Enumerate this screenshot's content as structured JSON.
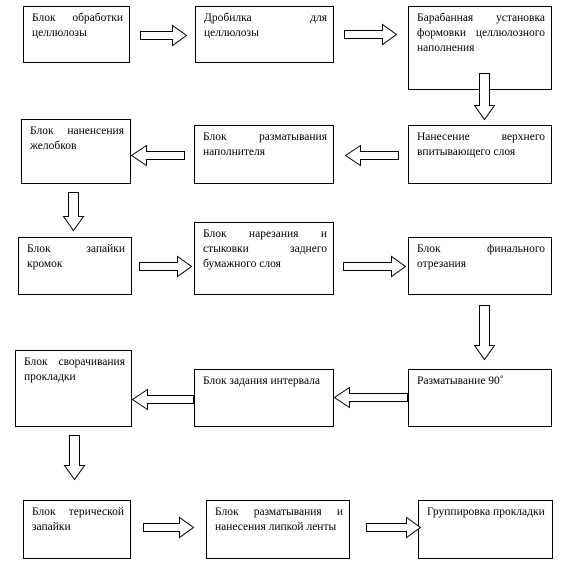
{
  "diagram": {
    "blocks": [
      {
        "id": "b1",
        "label": "Блок обработки целлюлозы"
      },
      {
        "id": "b2",
        "label": "Дробилка для целлюлозы"
      },
      {
        "id": "b3",
        "label": "Барабанная установка формовки целлюлозного наполнения"
      },
      {
        "id": "b4",
        "label": "Нанесение верхнего впитывающего слоя"
      },
      {
        "id": "b5",
        "label": "Блок разматывания наполнителя"
      },
      {
        "id": "b6",
        "label": "Блок наненсения желобков"
      },
      {
        "id": "b7",
        "label": "Блок запайки кромок"
      },
      {
        "id": "b8",
        "label": "Блок нарезания и стыковки заднего бумажного слоя"
      },
      {
        "id": "b9",
        "label": "Блок финального отрезания"
      },
      {
        "id": "b10",
        "label": "Разматывание 90˚"
      },
      {
        "id": "b11",
        "label": "Блок задания интервала"
      },
      {
        "id": "b12",
        "label": "Блок сворачивания прокладки"
      },
      {
        "id": "b13",
        "label": "Блок терической запайки"
      },
      {
        "id": "b14",
        "label": "Блок разматывания и нанесения липкой ленты"
      },
      {
        "id": "b15",
        "label": "Группировка прокладки"
      }
    ],
    "arrows": [
      {
        "from": "b1",
        "to": "b2",
        "direction": "right"
      },
      {
        "from": "b2",
        "to": "b3",
        "direction": "right"
      },
      {
        "from": "b3",
        "to": "b4",
        "direction": "down"
      },
      {
        "from": "b4",
        "to": "b5",
        "direction": "left"
      },
      {
        "from": "b5",
        "to": "b6",
        "direction": "left"
      },
      {
        "from": "b6",
        "to": "b7",
        "direction": "down"
      },
      {
        "from": "b7",
        "to": "b8",
        "direction": "right"
      },
      {
        "from": "b8",
        "to": "b9",
        "direction": "right"
      },
      {
        "from": "b9",
        "to": "b10",
        "direction": "down"
      },
      {
        "from": "b10",
        "to": "b11",
        "direction": "left"
      },
      {
        "from": "b11",
        "to": "b12",
        "direction": "left"
      },
      {
        "from": "b12",
        "to": "b13",
        "direction": "down"
      },
      {
        "from": "b13",
        "to": "b14",
        "direction": "right"
      },
      {
        "from": "b14",
        "to": "b15",
        "direction": "right"
      }
    ]
  }
}
